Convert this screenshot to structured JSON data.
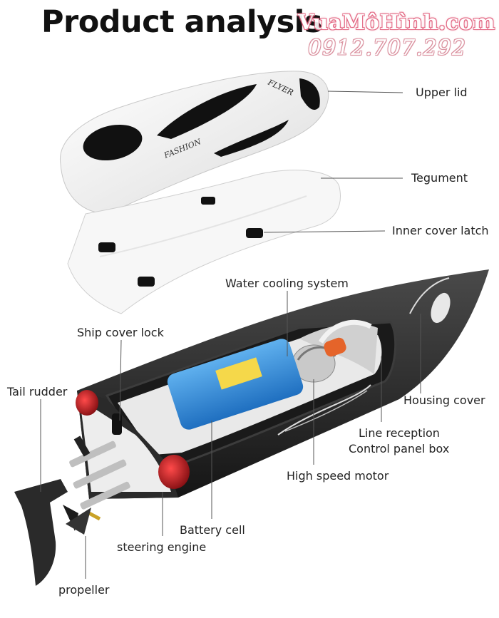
{
  "title": "Product analysis",
  "watermark": {
    "site": "VuaMôHình.com",
    "phone": "0912.707.292"
  },
  "decals": {
    "top_brand": "FLYER",
    "side_brand": "FASHION"
  },
  "labels": {
    "upper_lid": "Upper lid",
    "tegument": "Tegument",
    "inner_cover_latch": "Inner cover latch",
    "water_cooling_system": "Water cooling system",
    "ship_cover_lock": "Ship cover lock",
    "tail_rudder": "Tail rudder",
    "housing_cover": "Housing cover",
    "line_reception": "Line reception",
    "control_panel_box": "Control panel box",
    "high_speed_motor": "High speed motor",
    "battery_cell": "Battery cell",
    "steering_engine": "steering engine",
    "propeller": "propeller"
  },
  "colors": {
    "hull": "#2b2b2b",
    "lid": "#f4f4f4",
    "battery": "#3a8fd8",
    "taillight": "#b0151b",
    "rudder": "#2a2a2a"
  }
}
